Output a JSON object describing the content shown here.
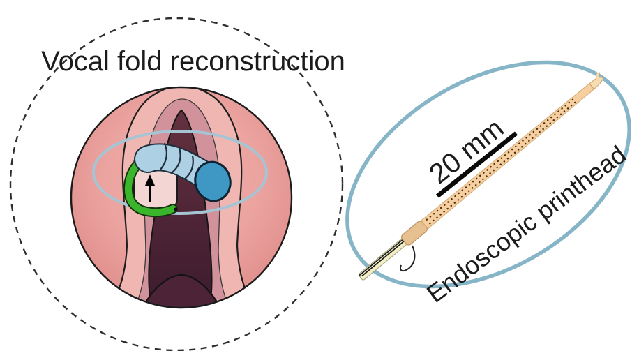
{
  "left_panel": {
    "title": "Vocal fold reconstruction"
  },
  "right_panel": {
    "scale_label": "20 mm",
    "label": "Endoscopic printhead"
  },
  "colors": {
    "background": "#ffffff",
    "text": "#1b1b1b",
    "dashed_outline": "#2e2e2e",
    "ellipse_blue": "#86b5c7",
    "ring_blue": "#a6c5d4",
    "tissue_salmon": "#e89a96",
    "tissue_light_pink": "#f0b6b2",
    "tissue_mauve": "#d2929b",
    "airway_dark": "#4d2338",
    "implant_tube_blue": "#aed0e4",
    "implant_cap_blue": "#3e98c3",
    "graft_green": "#3ab52c",
    "printhead_tan": "#f5cf9f",
    "fiber_cream": "#f3eec5",
    "scale_bar_black": "#0a0a0a"
  }
}
